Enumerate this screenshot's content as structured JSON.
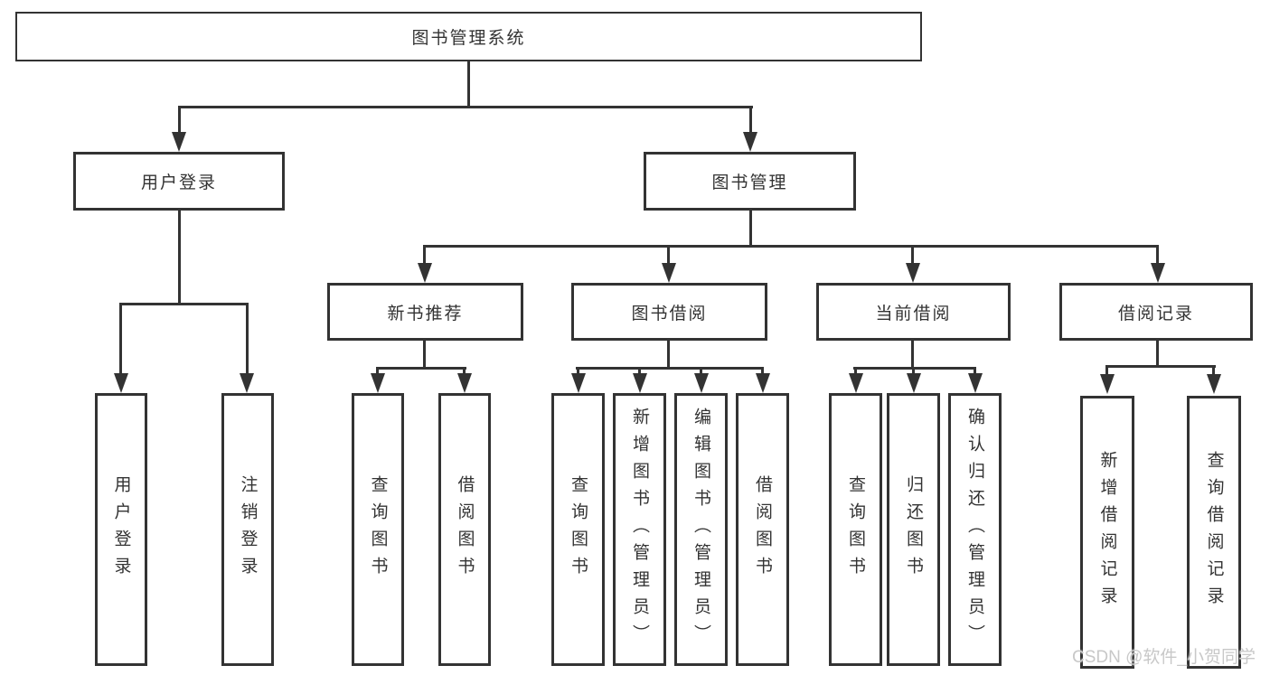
{
  "diagram_title": "图书管理系统",
  "watermark": {
    "text": "CSDN @软件_小贺同学"
  },
  "colors": {
    "line": "#333333",
    "text": "#333333",
    "box_background": "#ffffff",
    "page_background": "#ffffff",
    "watermark": "#c8c8c8"
  },
  "tree": {
    "root": {
      "label": "图书管理系统"
    },
    "branches": [
      {
        "label": "用户登录",
        "children": [
          {
            "label": "用户登录"
          },
          {
            "label": "注销登录"
          }
        ]
      },
      {
        "label": "图书管理",
        "children": [
          {
            "label": "新书推荐",
            "children": [
              {
                "label": "查询图书"
              },
              {
                "label": "借阅图书"
              }
            ]
          },
          {
            "label": "图书借阅",
            "children": [
              {
                "label": "查询图书"
              },
              {
                "label": "新增图书（管理员）"
              },
              {
                "label": "编辑图书（管理员）"
              },
              {
                "label": "借阅图书"
              }
            ]
          },
          {
            "label": "当前借阅",
            "children": [
              {
                "label": "查询图书"
              },
              {
                "label": "归还图书"
              },
              {
                "label": "确认归还（管理员）"
              }
            ]
          },
          {
            "label": "借阅记录",
            "children": [
              {
                "label": "新增借阅记录"
              },
              {
                "label": "查询借阅记录"
              }
            ]
          }
        ]
      }
    ]
  }
}
